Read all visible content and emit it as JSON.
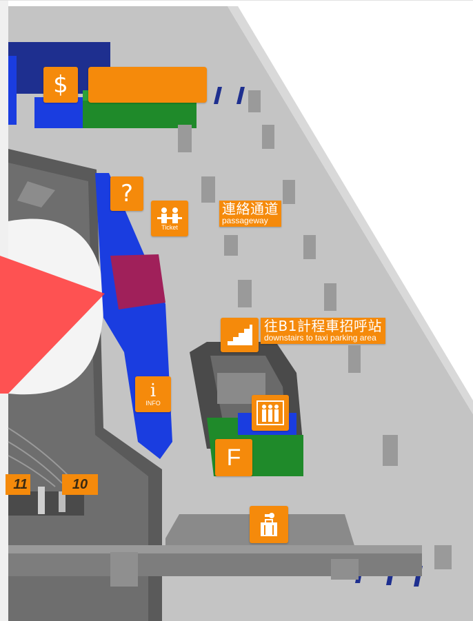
{
  "map": {
    "currency_exchange": {
      "icon": "dollar-sign-icon",
      "symbol": "$"
    },
    "help": {
      "icon": "question-mark-icon",
      "symbol": "?"
    },
    "ticket": {
      "icon": "ticket-people-icon",
      "label": "Ticket"
    },
    "passageway": {
      "zh": "連絡通道",
      "en": "passageway"
    },
    "downstairs_taxi": {
      "icon": "stairs-icon",
      "zh": "往B1計程車招呼站",
      "en": "downstairs to taxi parking area"
    },
    "info": {
      "icon": "info-icon",
      "symbol": "i",
      "label": "INFO"
    },
    "elevator": {
      "icon": "elevator-icon"
    },
    "floor": {
      "letter": "F"
    },
    "baggage": {
      "icon": "baggage-storage-icon"
    },
    "gates": [
      "11",
      "10"
    ],
    "location_marker": {
      "icon": "current-location-marker-icon",
      "color": "#ff3b3b"
    }
  },
  "colors": {
    "sign_orange": "#f58a0b",
    "counter_blue": "#1a3de0",
    "counter_green": "#1f8a2a",
    "floor_gray": "#bdbdbd",
    "dark_gray": "#4a4a4a"
  }
}
